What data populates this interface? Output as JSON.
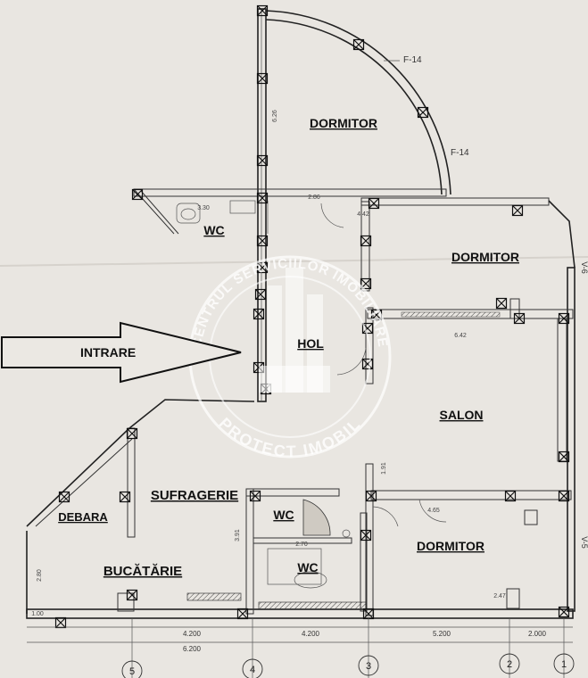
{
  "rooms": {
    "dormitor_top": "DORMITOR",
    "dormitor_right": "DORMITOR",
    "dormitor_bottom": "DORMITOR",
    "wc_top": "WC",
    "wc_mid": "WC",
    "wc_bottom": "WC",
    "hol": "HOL",
    "salon": "SALON",
    "sufragerie": "SUFRAGERIE",
    "debara": "DEBARA",
    "bucatarie": "BUCĂTĂRIE"
  },
  "entrance": {
    "label": "INTRARE"
  },
  "window_tags": [
    "F-14",
    "F-14"
  ],
  "axis_markers": [
    "5",
    "4",
    "3",
    "2",
    "1"
  ],
  "side_axis_labels": [
    "V-6",
    "V-5"
  ],
  "dimensions": {
    "bottom_row_1": [
      "4.200",
      "4.200",
      "5.200",
      "2.000"
    ],
    "bottom_row_2": "6.200",
    "misc": [
      "2.86",
      "3.30",
      "6.26",
      "4.42",
      "6.42",
      "4.65",
      "2.80",
      "2.70",
      "3.91",
      "1.91",
      "2.47",
      "1.00"
    ]
  },
  "watermark": {
    "top_text": "CENTRUL SERVICIILOR IMOBILIARE",
    "bottom_text": "PROTECT IMOBIL"
  },
  "colors": {
    "paper": "#e9e6e1",
    "ink": "#222222",
    "door_fill": "#cfcac2"
  }
}
